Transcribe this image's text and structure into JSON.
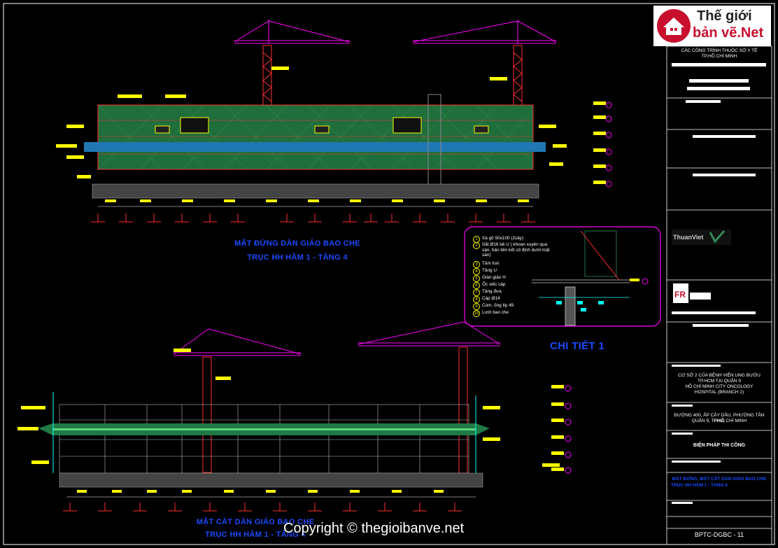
{
  "logo": {
    "line1": "Thế giới",
    "line2": "bản vẽ.Net"
  },
  "titleblock": {
    "owner_line1": "CÁC CÔNG TRÌNH THUỘC SỞ Y TẾ",
    "owner_line2": "TP.HỒ CHÍ MINH",
    "project_line1": "CƠ SỞ 2 CỦA BỆNH VIỆN UNG BƯỚU",
    "project_line2": "TP.HCM TẠI QUẬN 9",
    "project_line3": "HỒ CHÍ MINH CITY ONCOLOGY",
    "project_line4": "HOSPITAL (BRANCH 2)",
    "address_line1": "ĐƯỜNG 400, ẤP CÂY DẦU, PHƯỜNG TÂN PHÚ,",
    "address_line2": "QUẬN 9, TP.HỒ CHÍ MINH",
    "section": "BIỆN PHÁP THI CÔNG",
    "drawing_line1": "MẶT ĐỨNG, MẶT CẮT DÀN GIÁO BAO CHE",
    "drawing_line2": "TRỤC HH HẦM 1 - TẦNG 4",
    "sheet_no": "BPTC-DGBC - 11"
  },
  "views": {
    "elevation_title1": "MẶT ĐỨNG DÀN GIÁO BAO CHE",
    "elevation_title2": "TRỤC HH HẦM 1 - TẦNG 4",
    "section_title1": "MẶT CẮT DÀN GIÁO BAO CHE",
    "section_title2": "TRỤC HH HẦM 1 - TẦNG 4",
    "detail_title": "CHI TIẾT 1"
  },
  "legend": [
    {
      "n": "1",
      "text": "Xà gồ 50x100 (2cây)"
    },
    {
      "n": "2",
      "text": "Sắt Ø16 bẻ U ( khoan xuyên qua sàn, hàn liên kết cố định dưới mặt sàn)"
    },
    {
      "n": "3",
      "text": "Tăm fuvi"
    },
    {
      "n": "4",
      "text": "Tăng U"
    },
    {
      "n": "5",
      "text": "Giàn giáo H"
    },
    {
      "n": "6",
      "text": "Ốc xiếc cáp"
    },
    {
      "n": "7",
      "text": "Tăng đưa"
    },
    {
      "n": "8",
      "text": "Cáp Ø14"
    },
    {
      "n": "9",
      "text": "Cùm, ống tip 49"
    },
    {
      "n": "10",
      "text": "Lưới bao che"
    }
  ],
  "copyright": "Copyright © thegioibanve.net",
  "colors": {
    "magenta": "#ff00ff",
    "yellow": "#ffff00",
    "red": "#ff3030",
    "green": "#2e8b57",
    "blue": "#1a4bff",
    "cyan": "#00ffff"
  }
}
